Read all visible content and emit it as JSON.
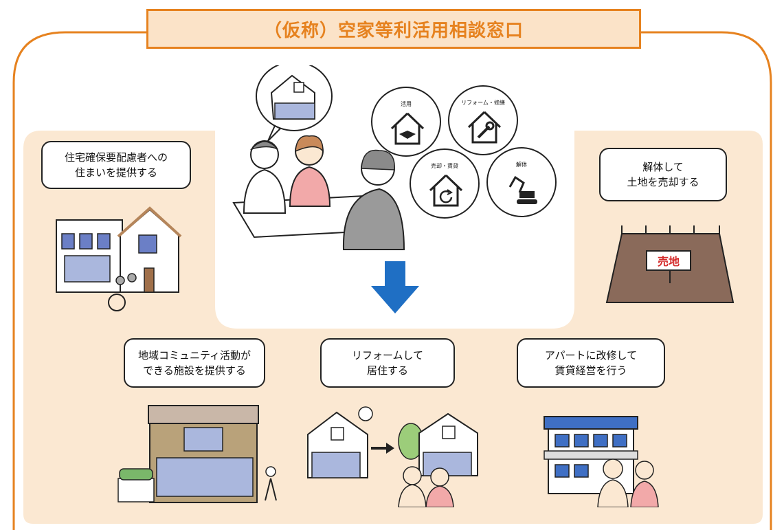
{
  "title": "（仮称）空家等利活用相談窓口",
  "services": [
    {
      "label": "活用",
      "icon": "handshake-house-icon"
    },
    {
      "label": "リフォーム・修繕",
      "icon": "wrench-house-icon"
    },
    {
      "label": "売却・賃貸",
      "icon": "cycle-house-icon"
    },
    {
      "label": "解体",
      "icon": "excavator-icon"
    }
  ],
  "options": {
    "housing": {
      "line1": "住宅確保要配慮者への",
      "line2": "住まいを提供する"
    },
    "demolish": {
      "line1": "解体して",
      "line2": "土地を売却する"
    },
    "community": {
      "line1": "地域コミュニティ活動が",
      "line2": "できる施設を提供する"
    },
    "reform": {
      "line1": "リフォームして",
      "line2": "居住する"
    },
    "apartment": {
      "line1": "アパートに改修して",
      "line2": "賃貸経営を行う"
    }
  },
  "sign": "売地",
  "colors": {
    "accent": "#e6821f",
    "panel": "#fbe8d2",
    "arrow": "#1f6fc4"
  }
}
